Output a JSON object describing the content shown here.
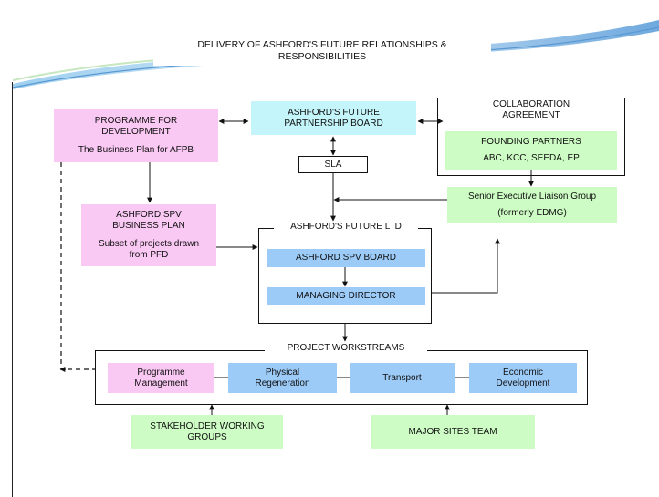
{
  "title": {
    "line1": "DELIVERY OF ASHFORD'S FUTURE RELATIONSHIPS &",
    "line2": "RESPONSIBILITIES"
  },
  "nodes": {
    "programme": {
      "line1": "PROGRAMME FOR",
      "line2": "DEVELOPMENT",
      "sub": "The Business Plan for AFPB"
    },
    "afpb": {
      "line1": "ASHFORD'S FUTURE",
      "line2": "PARTNERSHIP BOARD"
    },
    "collab": {
      "line1": "COLLABORATION",
      "line2": "AGREEMENT"
    },
    "founding": {
      "line1": "FOUNDING PARTNERS",
      "line2": "ABC, KCC, SEEDA, EP"
    },
    "sla": {
      "label": "SLA"
    },
    "selg": {
      "line1": "Senior Executive Liaison Group",
      "line2": "(formerly EDMG)"
    },
    "spv_plan": {
      "line1": "ASHFORD SPV",
      "line2": "BUSINESS PLAN",
      "sub1": "Subset of projects drawn",
      "sub2": "from PFD"
    },
    "afl": {
      "label": "ASHFORD'S FUTURE LTD"
    },
    "spv_board": {
      "label": "ASHFORD SPV BOARD"
    },
    "md": {
      "label": "MANAGING DIRECTOR"
    },
    "workstreams": {
      "label": "PROJECT WORKSTREAMS"
    },
    "prog_mgmt": {
      "line1": "Programme",
      "line2": "Management"
    },
    "physical": {
      "line1": "Physical",
      "line2": "Regeneration"
    },
    "transport": {
      "label": "Transport"
    },
    "economic": {
      "line1": "Economic",
      "line2": "Development"
    },
    "stakeholder": {
      "line1": "STAKEHOLDER WORKING",
      "line2": "GROUPS"
    },
    "major_sites": {
      "label": "MAJOR SITES TEAM"
    }
  },
  "colors": {
    "pink": "#f9c8f3",
    "cyan": "#c4f5fa",
    "green": "#cdfcc4",
    "blue": "#9ccbf8",
    "swoosh": "#7fb9e6"
  }
}
